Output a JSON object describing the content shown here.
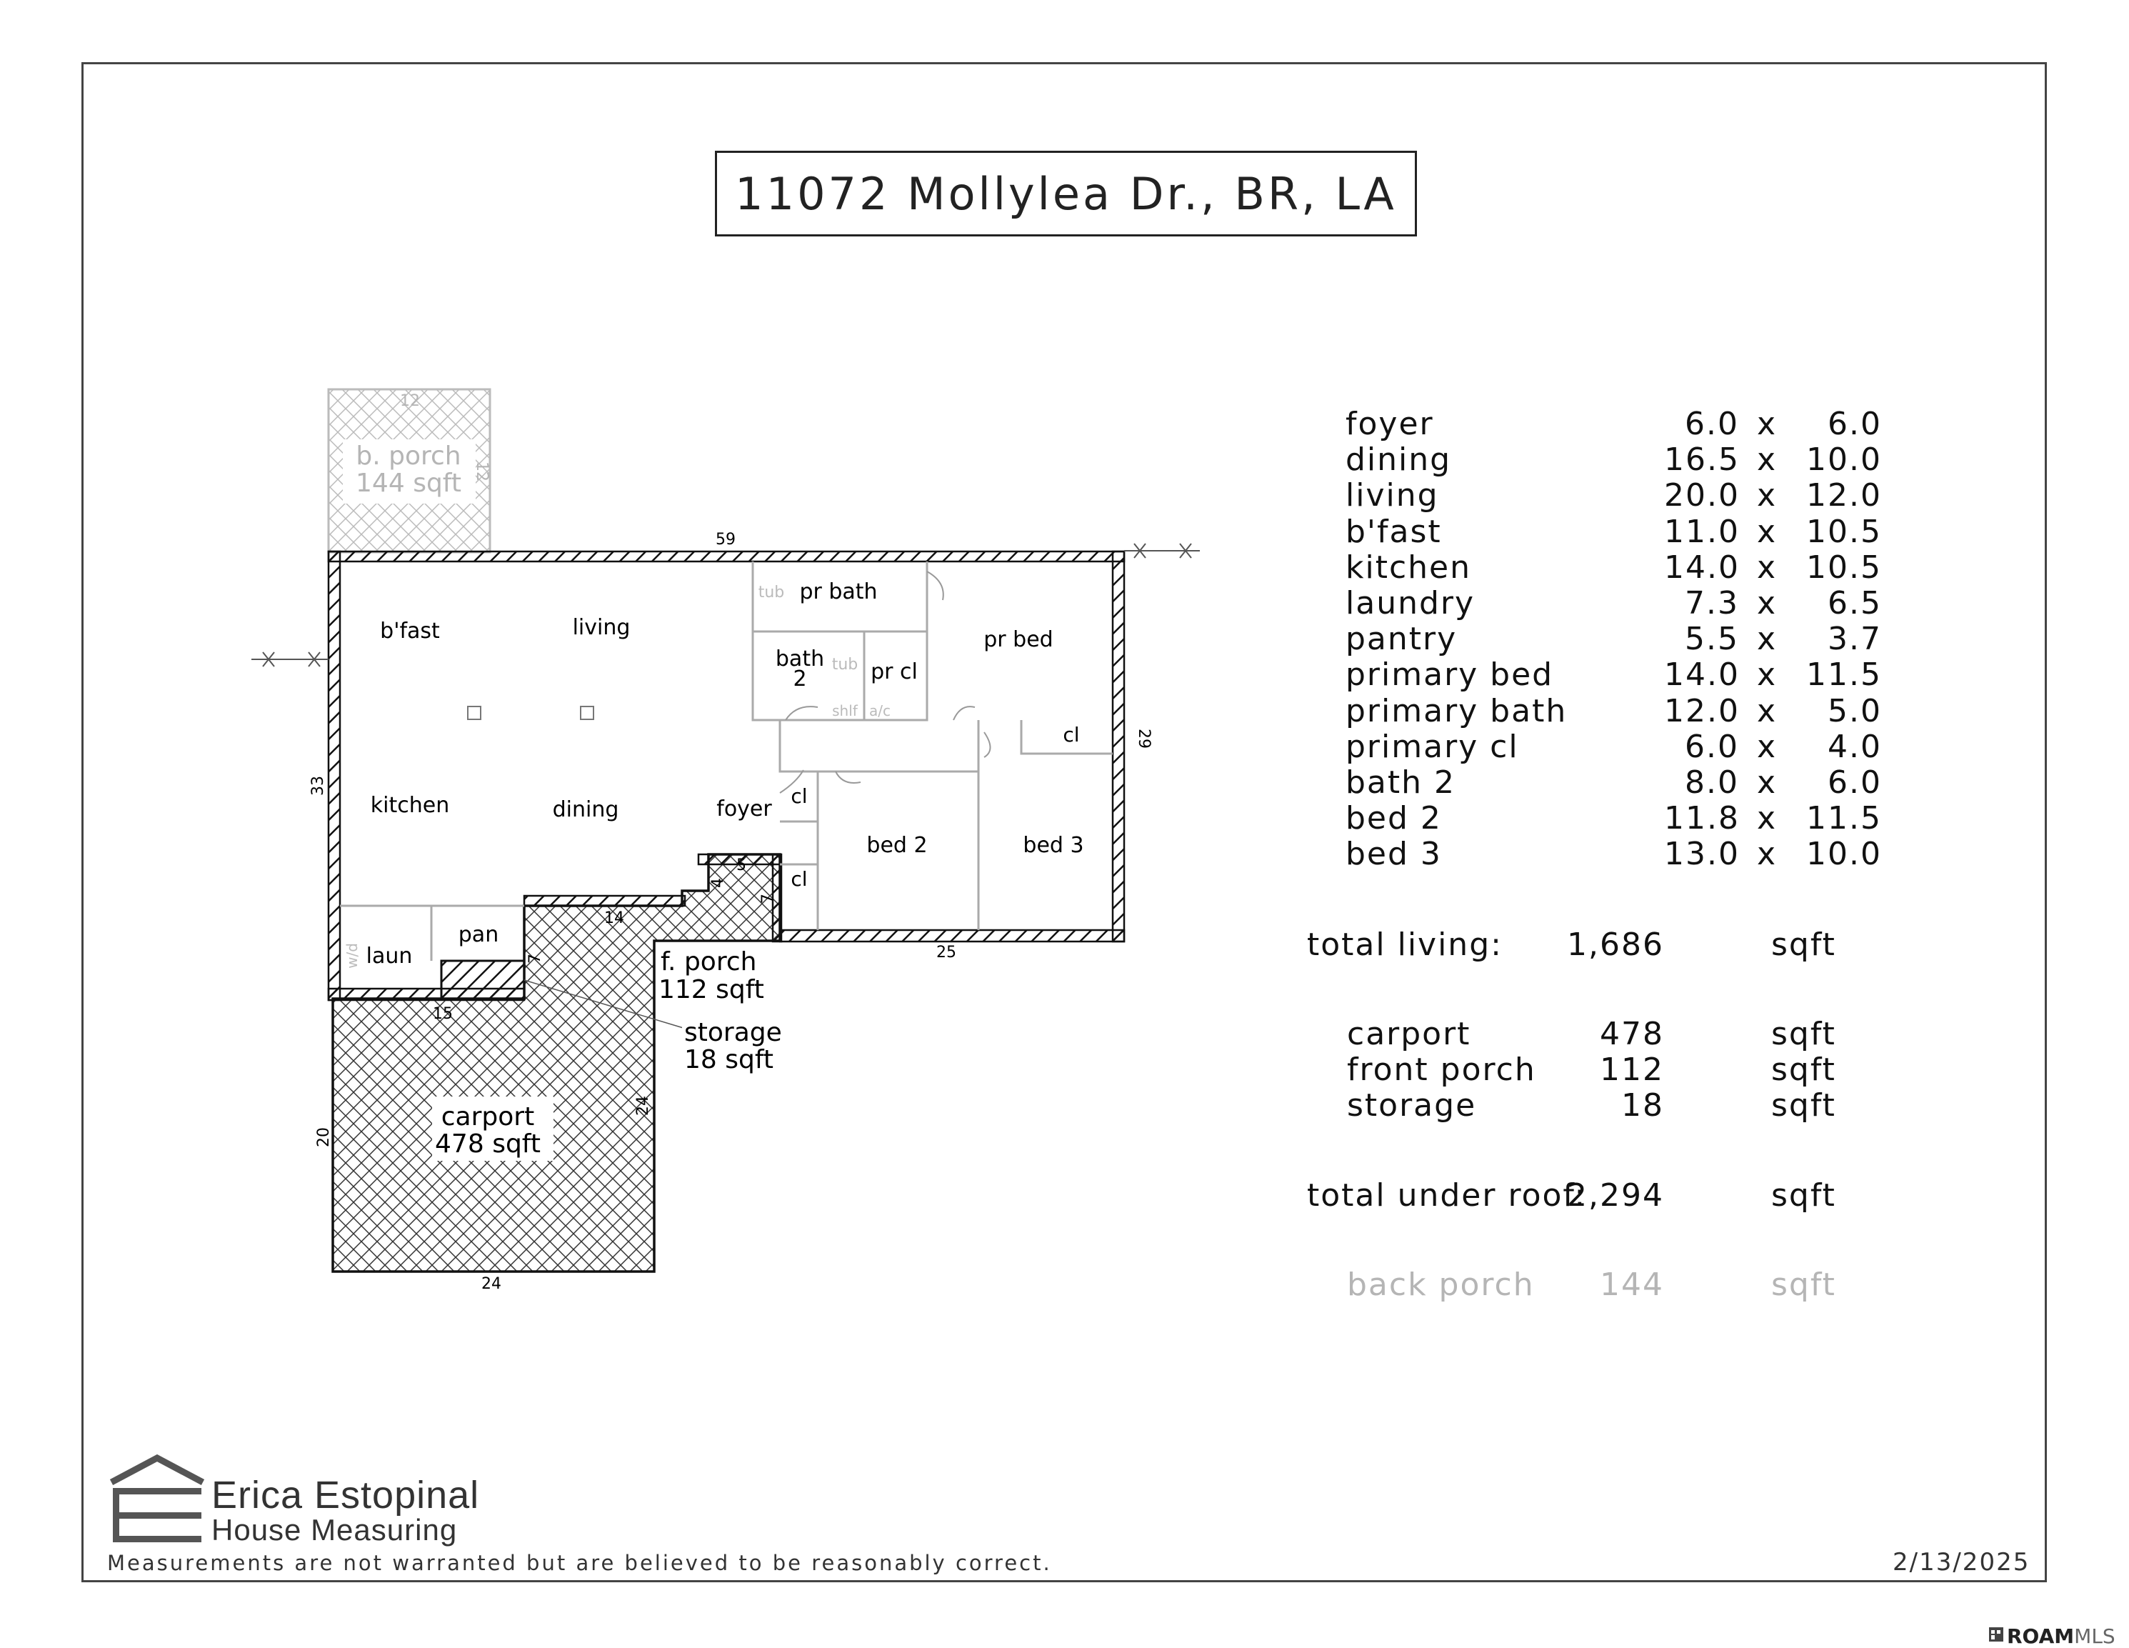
{
  "title": "11072 Mollylea Dr., BR, LA",
  "plan": {
    "rooms": [
      {
        "key": "bfast",
        "label": "b'fast"
      },
      {
        "key": "living",
        "label": "living"
      },
      {
        "key": "pr_bath",
        "label": "pr bath"
      },
      {
        "key": "pr_bed",
        "label": "pr bed"
      },
      {
        "key": "bath2_a",
        "label": "bath"
      },
      {
        "key": "bath2_b",
        "label": "2"
      },
      {
        "key": "pr_cl",
        "label": "pr cl"
      },
      {
        "key": "cl_top",
        "label": "cl"
      },
      {
        "key": "kitchen",
        "label": "kitchen"
      },
      {
        "key": "dining",
        "label": "dining"
      },
      {
        "key": "foyer",
        "label": "foyer"
      },
      {
        "key": "cl_mid",
        "label": "cl"
      },
      {
        "key": "cl_low",
        "label": "cl"
      },
      {
        "key": "bed2",
        "label": "bed 2"
      },
      {
        "key": "bed3",
        "label": "bed 3"
      },
      {
        "key": "pan",
        "label": "pan"
      },
      {
        "key": "laun",
        "label": "laun"
      }
    ],
    "fixtures": {
      "tub1": "tub",
      "tub2": "tub",
      "shlf": "shlf",
      "ac": "a/c",
      "wd": "w/d"
    },
    "areas": {
      "b_porch_name": "b. porch",
      "b_porch_area": "144 sqft",
      "f_porch_name": "f. porch",
      "f_porch_area": "112 sqft",
      "storage_name": "storage",
      "storage_area": "18 sqft",
      "carport_name": "carport",
      "carport_area": "478 sqft"
    },
    "dimensions": {
      "top": "59",
      "right": "29",
      "left": "33",
      "bottom_right": "25",
      "step_14": "14",
      "step_4": "4",
      "step_5": "5",
      "step_7a": "7",
      "step_7b": "7",
      "laun_15": "15",
      "carport_20": "20",
      "carport_24_side": "24",
      "carport_24_bottom": "24",
      "bporch_12_top": "12",
      "bporch_12_side": "12"
    }
  },
  "rooms_table": [
    {
      "name": "foyer",
      "w": "6.0",
      "l": "6.0"
    },
    {
      "name": "dining",
      "w": "16.5",
      "l": "10.0"
    },
    {
      "name": "living",
      "w": "20.0",
      "l": "12.0"
    },
    {
      "name": "b'fast",
      "w": "11.0",
      "l": "10.5"
    },
    {
      "name": "kitchen",
      "w": "14.0",
      "l": "10.5"
    },
    {
      "name": "laundry",
      "w": "7.3",
      "l": "6.5"
    },
    {
      "name": "pantry",
      "w": "5.5",
      "l": "3.7"
    },
    {
      "name": "primary bed",
      "w": "14.0",
      "l": "11.5"
    },
    {
      "name": "primary bath",
      "w": "12.0",
      "l": "5.0"
    },
    {
      "name": "primary cl",
      "w": "6.0",
      "l": "4.0"
    },
    {
      "name": "bath 2",
      "w": "8.0",
      "l": "6.0"
    },
    {
      "name": "bed 2",
      "w": "11.8",
      "l": "11.5"
    },
    {
      "name": "bed 3",
      "w": "13.0",
      "l": "10.0"
    }
  ],
  "dim_sep": "x",
  "unit": "sqft",
  "total_living": {
    "label": "total living:",
    "value": "1,686"
  },
  "extras": [
    {
      "name": "carport",
      "value": "478"
    },
    {
      "name": "front porch",
      "value": "112"
    },
    {
      "name": "storage",
      "value": "18"
    }
  ],
  "total_under_roof": {
    "label": "total under roof:",
    "value": "2,294"
  },
  "back_porch": {
    "name": "back porch",
    "value": "144"
  },
  "branding": {
    "company_line1": "Erica Estopinal",
    "company_line2": "House Measuring",
    "disclaimer": "Measurements are not warranted but are believed to be reasonably correct.",
    "date": "2/13/2025",
    "roam": "ROAM",
    "mls": "MLS"
  }
}
